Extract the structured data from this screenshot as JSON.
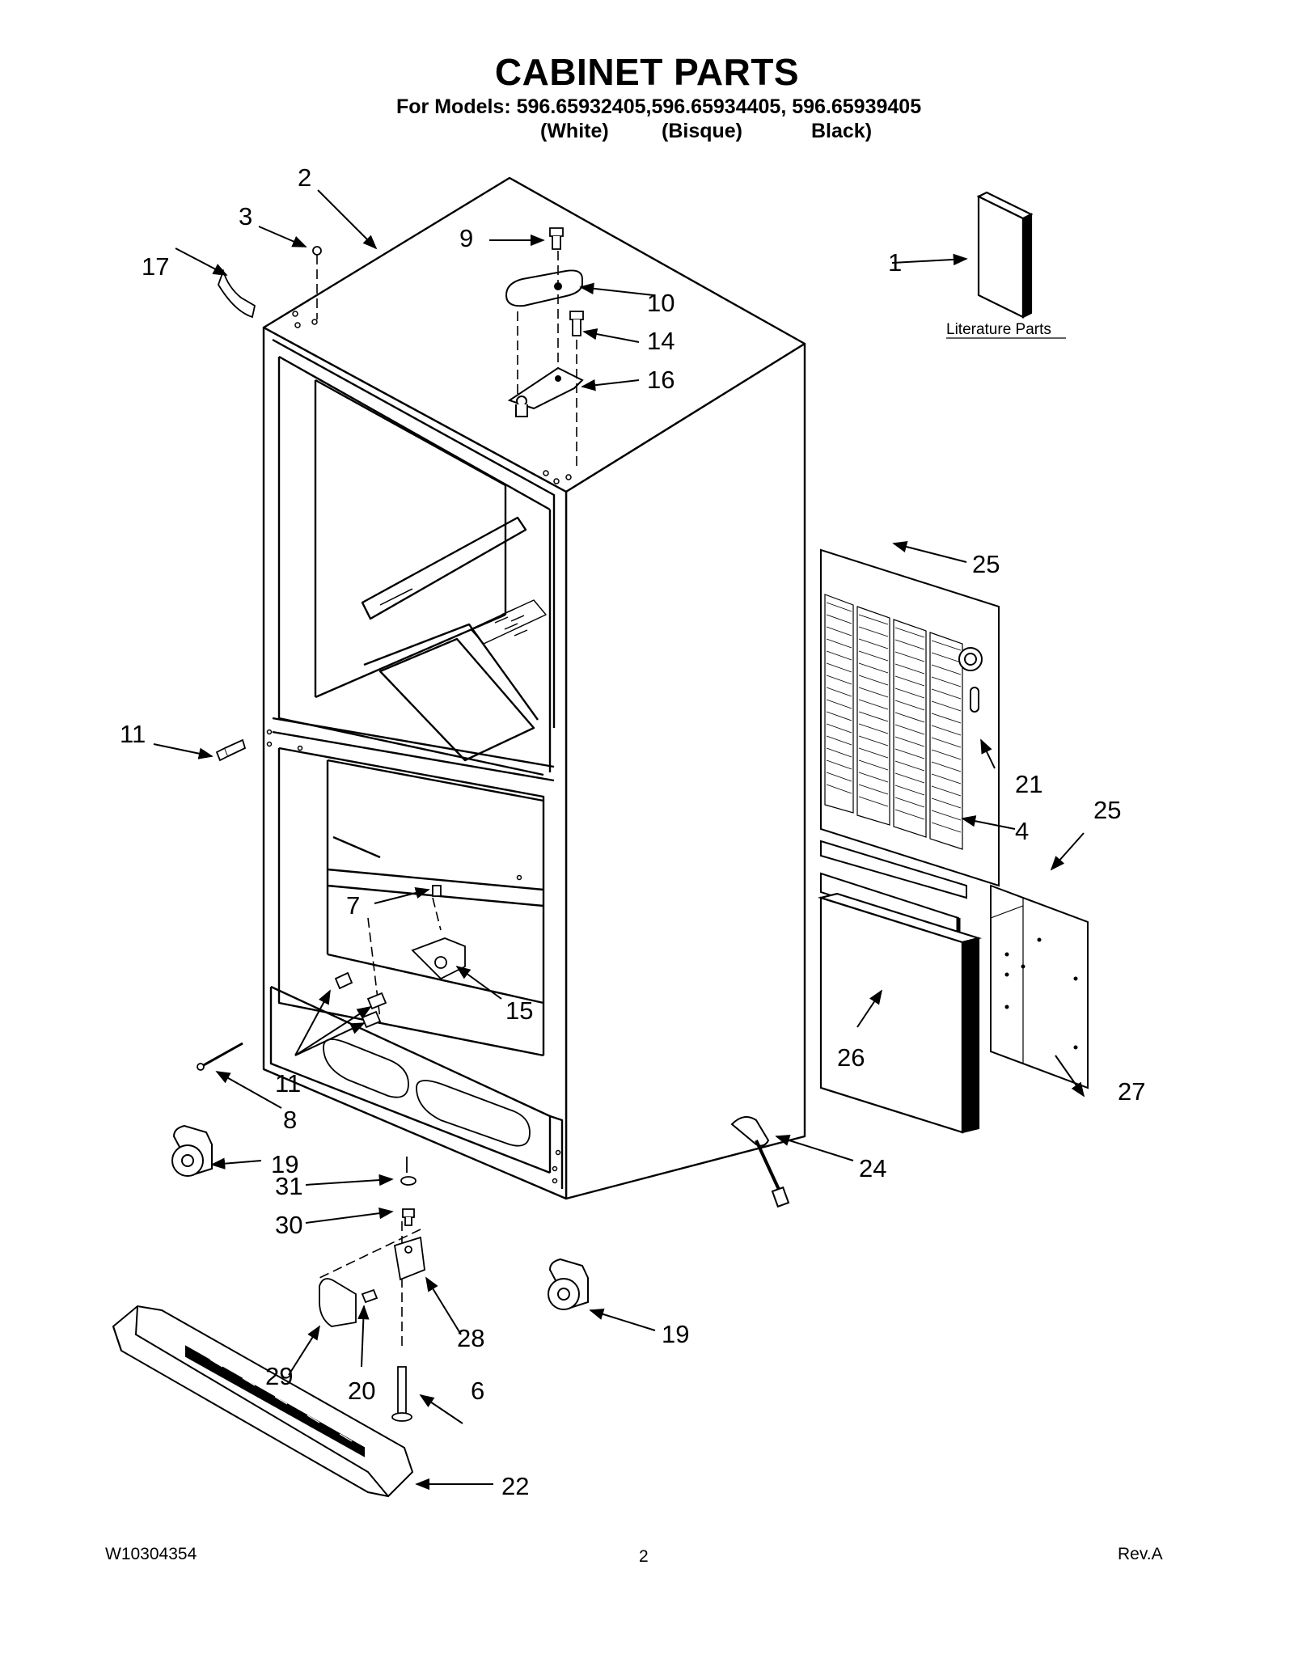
{
  "header": {
    "title": "CABINET PARTS",
    "models_line": "For Models: 596.65932405,596.65934405, 596.65939405",
    "variants": [
      "(White)",
      "(Bisque)",
      "Black)"
    ]
  },
  "literature": {
    "label": "Literature Parts"
  },
  "callouts": {
    "c1": "1",
    "c2": "2",
    "c3": "3",
    "c4": "4",
    "c6": "6",
    "c7": "7",
    "c8": "8",
    "c9": "9",
    "c10": "10",
    "c11a": "11",
    "c11b": "11",
    "c14": "14",
    "c15": "15",
    "c16": "16",
    "c17": "17",
    "c19a": "19",
    "c19b": "19",
    "c20": "20",
    "c21": "21",
    "c22": "22",
    "c24": "24",
    "c25a": "25",
    "c25b": "25",
    "c26": "26",
    "c27": "27",
    "c28": "28",
    "c29": "29",
    "c30": "30",
    "c31": "31"
  },
  "footer": {
    "doc_number": "W10304354",
    "page_number": "2",
    "revision": "Rev.A"
  }
}
